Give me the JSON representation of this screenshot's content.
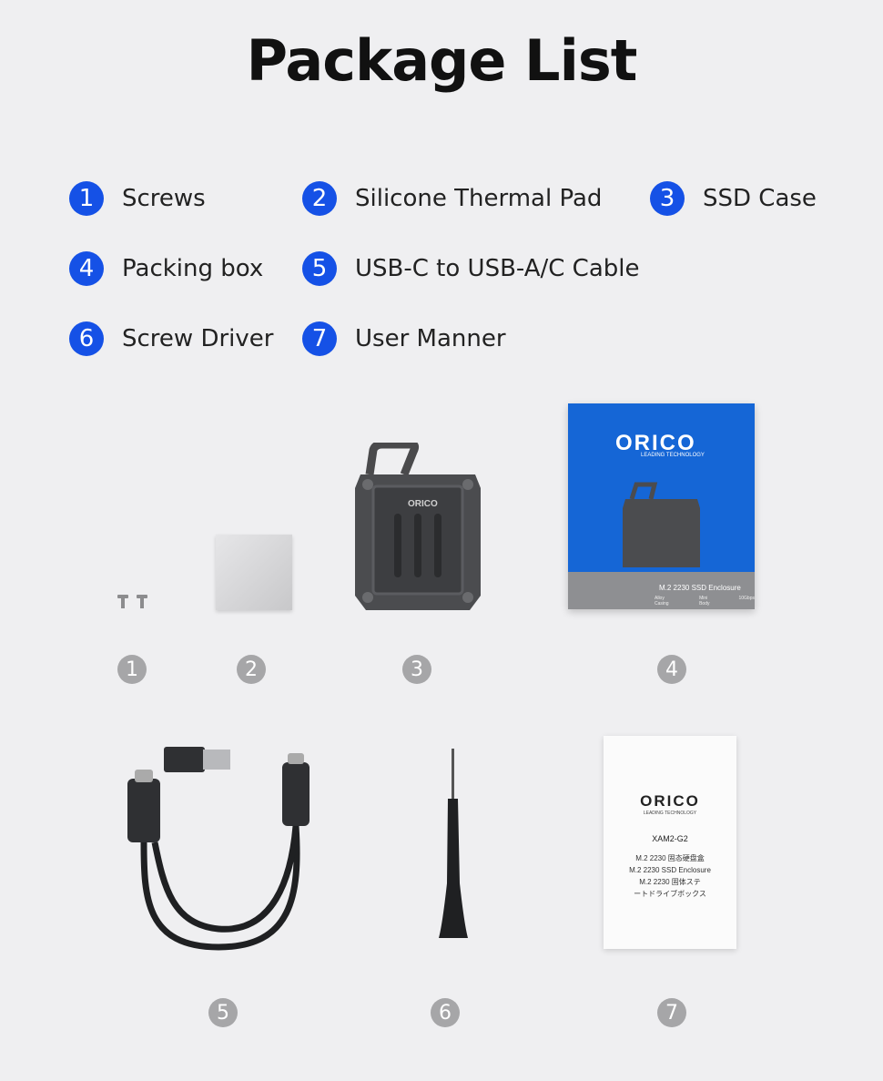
{
  "title": "Package List",
  "legend": [
    {
      "num": "1",
      "label": "Screws"
    },
    {
      "num": "2",
      "label": "Silicone Thermal Pad"
    },
    {
      "num": "3",
      "label": "SSD Case"
    },
    {
      "num": "4",
      "label": "Packing box"
    },
    {
      "num": "5",
      "label": "USB-C to USB-A/C Cable"
    },
    {
      "num": "6",
      "label": "Screw Driver"
    },
    {
      "num": "7",
      "label": "User Manner"
    }
  ],
  "colors": {
    "accent": "#1551e6",
    "number_gray": "#a6a6a8",
    "box_blue": "#1566d6",
    "background": "#efeff1"
  },
  "box": {
    "brand": "ORICO",
    "tagline": "LEADING TECHNOLOGY",
    "product": "M.2 2230 SSD Enclosure",
    "features": [
      "Alloy Casing",
      "Mini Body",
      "10Gbps"
    ]
  },
  "case_brand": "ORICO",
  "manual": {
    "brand": "ORICO",
    "tagline": "LEADING TECHNOLOGY",
    "model": "XAM2-G2",
    "lines": [
      "M.2 2230 固态硬盘盒",
      "M.2 2230 SSD Enclosure",
      "M.2 2230 固体ステ",
      "ートドライブボックス"
    ]
  }
}
